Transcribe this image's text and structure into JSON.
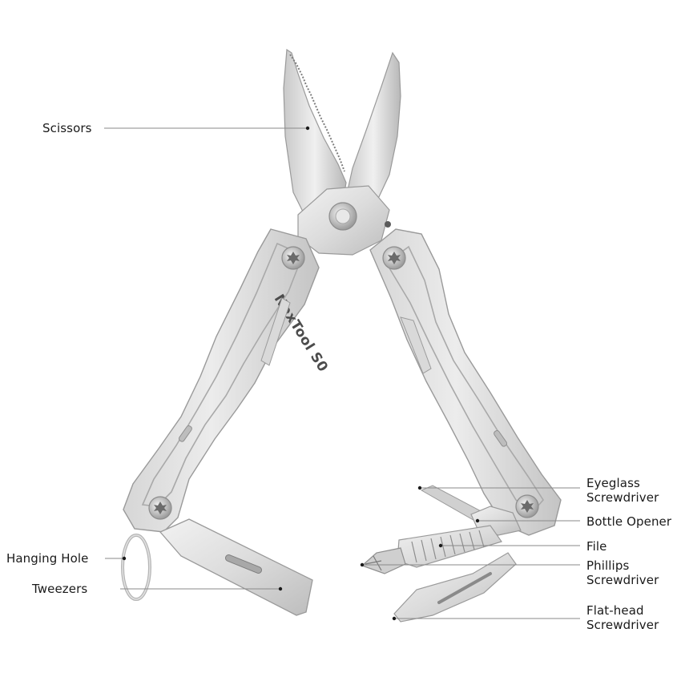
{
  "product": {
    "brand_mark": "NexTool S0"
  },
  "labels": {
    "scissors": "Scissors",
    "hanging_hole": "Hanging Hole",
    "tweezers": "Tweezers",
    "eyeglass_line1": "Eyeglass",
    "eyeglass_line2": "Screwdriver",
    "bottle_opener": "Bottle Opener",
    "file": "File",
    "phillips_line1": "Phillips",
    "phillips_line2": "Screwdriver",
    "flathead_line1": "Flat-head",
    "flathead_line2": "Screwdriver"
  },
  "colors": {
    "steel_light": "#e6e6e6",
    "steel_mid": "#cfcfcf",
    "steel_dark": "#9a9a9a",
    "leader_line": "#8a8a8a",
    "label_text": "#1a1a1a"
  }
}
